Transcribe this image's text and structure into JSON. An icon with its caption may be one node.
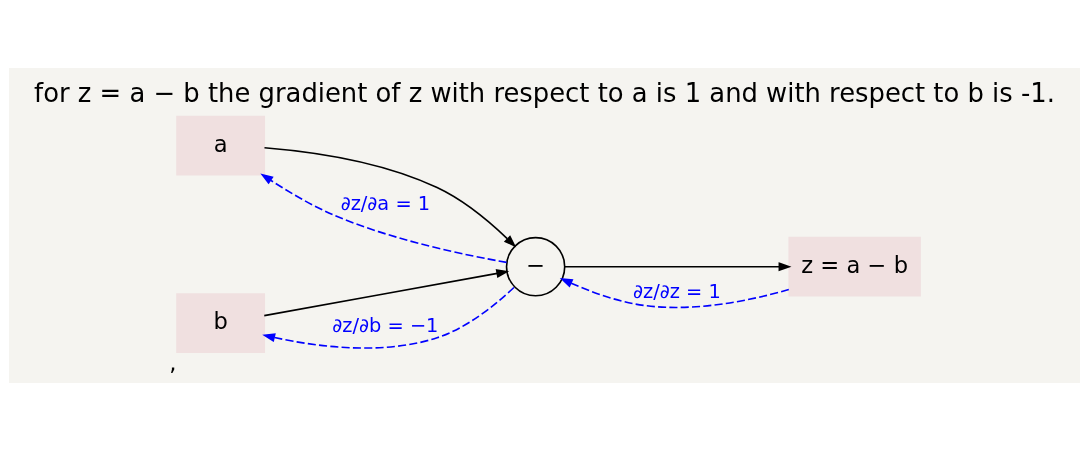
{
  "diagram": {
    "title": "for z = a − b the gradient of z with respect to a is 1 and with respect to b is -1.",
    "nodes": [
      {
        "text": [
          "a"
        ]
      },
      {
        "text": [
          "b"
        ],
        "beside": [
          ","
        ]
      },
      {
        "text": [
          "−"
        ]
      },
      {
        "text": [
          "z = a − b"
        ]
      }
    ],
    "edges": [
      {
        "from": 0,
        "to": 2,
        "arrow": "to"
      },
      {
        "from": 1,
        "to": 2,
        "arrow": "to"
      },
      {
        "from": 2,
        "to": 3,
        "arrow": "to"
      },
      {
        "from": 3,
        "to": 2,
        "arrow": "to",
        "label": "∂z/∂z = 1",
        "style": "dashed",
        "color": "#0000ff"
      },
      {
        "from": 2,
        "to": 0,
        "arrow": "to",
        "label": "∂z/∂a = 1",
        "style": "dashed",
        "color": "#0000ff"
      },
      {
        "from": 2,
        "to": 1,
        "arrow": "to",
        "label": "∂z/∂b = −1",
        "style": "dashed",
        "color": "#0000ff"
      }
    ]
  }
}
